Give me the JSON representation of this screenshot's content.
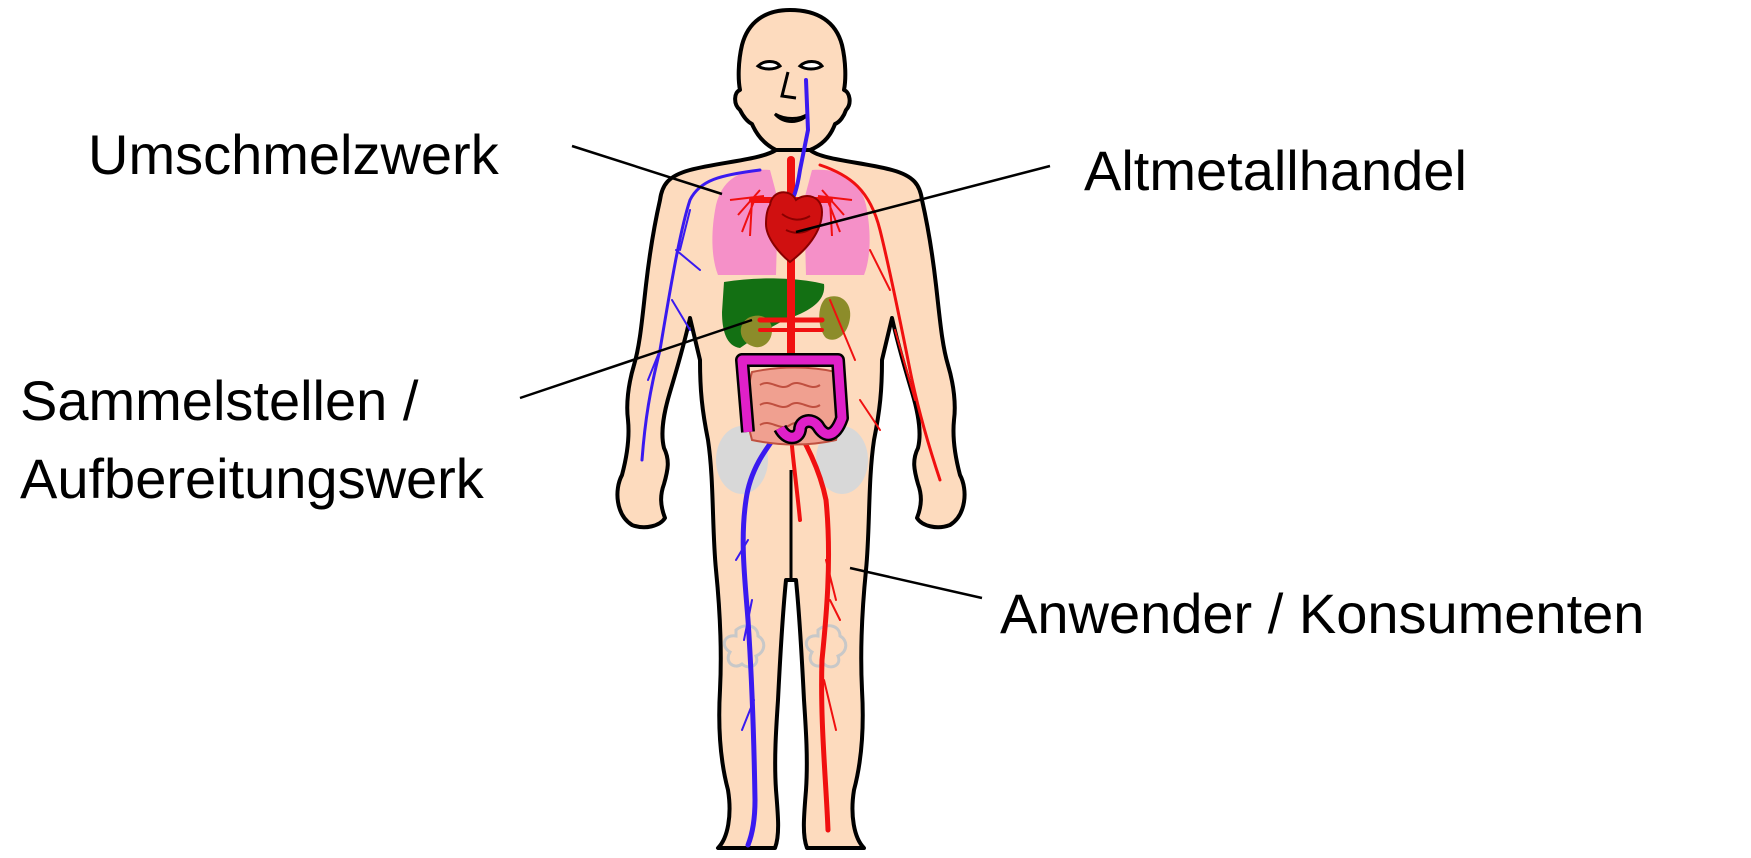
{
  "labels": {
    "umschmelzwerk": "Umschmelzwerk",
    "altmetallhandel": "Altmetallhandel",
    "sammelstellen_line1": "Sammelstellen /",
    "sammelstellen_line2": "Aufbereitungswerk",
    "anwender": "Anwender / Konsumenten"
  },
  "colors": {
    "skin": "#FDDBBE",
    "vein": "#3A1AF0",
    "artery": "#F01010",
    "heart": "#D01010",
    "lungs": "#F590C8",
    "liver": "#137013",
    "kidneys": "#8C8C2A",
    "colon": "#E020C8",
    "intestine": "#F0A090",
    "bones": "#D8D8D8"
  }
}
